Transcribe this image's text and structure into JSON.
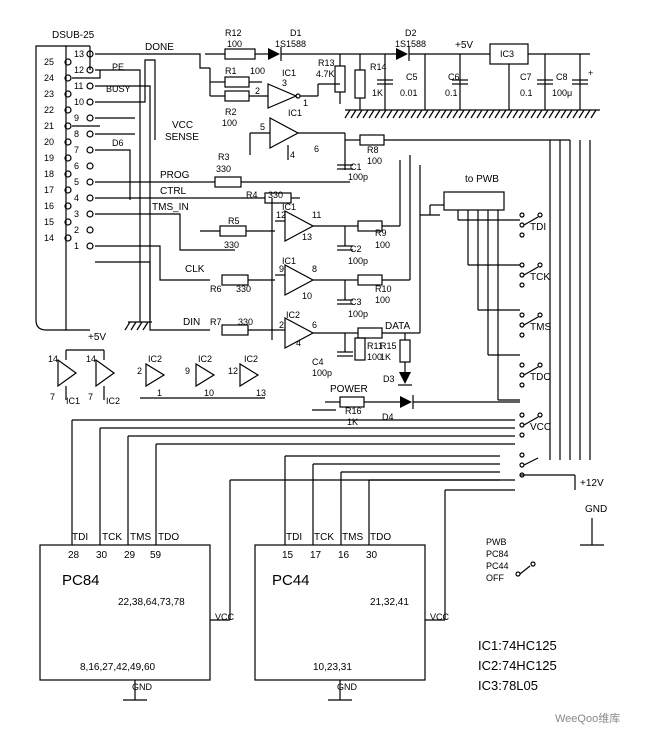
{
  "connector": {
    "name": "DSUB-25",
    "pins_left": [
      "13",
      "12",
      "11",
      "10",
      "9",
      "8",
      "7",
      "6",
      "5",
      "4",
      "3",
      "2",
      "1"
    ],
    "pins_right": [
      "25",
      "24",
      "23",
      "22",
      "21",
      "20",
      "19",
      "18",
      "17",
      "16",
      "15",
      "14"
    ]
  },
  "pin_labels": {
    "pe": "PE",
    "busy": "BUSY",
    "d6": "D6",
    "vcc_sense_1": "VCC",
    "vcc_sense_2": "SENSE"
  },
  "nets": {
    "done": "DONE",
    "prog": "PROG",
    "ctrl": "CTRL",
    "tms_in": "TMS_IN",
    "clk": "CLK",
    "din": "DIN",
    "data": "DATA",
    "power": "POWER",
    "vcc5": "+5V",
    "vcc12": "+12V",
    "gnd": "GND",
    "to_pwb": "to PWB"
  },
  "parts": {
    "r12": "R12",
    "r12_val": "100",
    "d1": "D1",
    "d1_val": "1S1588",
    "d2": "D2",
    "d2_val": "1S1588",
    "ic3": "IC3",
    "r1": "R1",
    "r1_val": "100",
    "r2": "R2",
    "r2_val": "100",
    "r13": "R13",
    "r13_val": "4.7K",
    "r14": "R14",
    "r14_val": "1K",
    "c5": "C5",
    "c5_val": "0.01",
    "c6": "C6",
    "c6_val": "0.1",
    "c7": "C7",
    "c7_val": "0.1",
    "c8": "C8",
    "c8_val": "100μ",
    "c8_plus": "+",
    "ic1": "IC1",
    "ic2": "IC2",
    "r3": "R3",
    "r3_val": "330",
    "r4": "R4",
    "r4_val": "330",
    "r5": "R5",
    "r5_val": "330",
    "r6": "R6",
    "r6_val": "330",
    "r7": "R7",
    "r7_val": "330",
    "r8": "R8",
    "r8_val": "100",
    "r9": "R9",
    "r9_val": "100",
    "r10": "R10",
    "r10_val": "100",
    "r11": "R11",
    "r11_val": "100",
    "r15": "R15",
    "r15_val": "1K",
    "r16": "R16",
    "r16_val": "1K",
    "c1": "C1",
    "c1_val": "100p",
    "c2": "C2",
    "c2_val": "100p",
    "c3": "C3",
    "c3_val": "100p",
    "c4": "C4",
    "c4_val": "100p",
    "d3": "D3",
    "d4": "D4"
  },
  "gate_pins": {
    "g1_in": "2",
    "g1_out": "3",
    "g1_en": "1",
    "g2_in": "5",
    "g2_en": "4",
    "g2_out": "6",
    "g3_in": "12",
    "g3_out": "11",
    "g3_en": "13",
    "g4_in": "9",
    "g4_out": "8",
    "g4_en": "10",
    "g5_in": "2",
    "g5_en": "4",
    "g5_out": "6",
    "pwr_pin": "14",
    "gnd_pin": "7",
    "unused_in_1": "2",
    "unused_en_1": "1",
    "unused_in_2": "9",
    "unused_en_2": "10",
    "unused_in_3": "12",
    "unused_en_3": "13"
  },
  "switch_labels": [
    "TDI",
    "TCK",
    "TMS",
    "TDO",
    "VCC"
  ],
  "mode_labels": [
    "PWB",
    "PC84",
    "PC44",
    "OFF"
  ],
  "pc84": {
    "name": "PC84",
    "sigs": [
      "TDI",
      "TCK",
      "TMS",
      "TDO"
    ],
    "pins": [
      "28",
      "30",
      "29",
      "59"
    ],
    "vcc_pins": "22,38,64,73,78",
    "gnd_pins": "8,16,27,42,49,60",
    "vcc": "VCC",
    "gnd": "GND"
  },
  "pc44": {
    "name": "PC44",
    "sigs": [
      "TDI",
      "TCK",
      "TMS",
      "TDO"
    ],
    "pins": [
      "15",
      "17",
      "16",
      "30"
    ],
    "vcc_pins": "21,32,41",
    "gnd_pins": "10,23,31",
    "vcc": "VCC",
    "gnd": "GND"
  },
  "legend": [
    "IC1:74HC125",
    "IC2:74HC125",
    "IC3:78L05"
  ],
  "watermark": "WeeQoo维库"
}
